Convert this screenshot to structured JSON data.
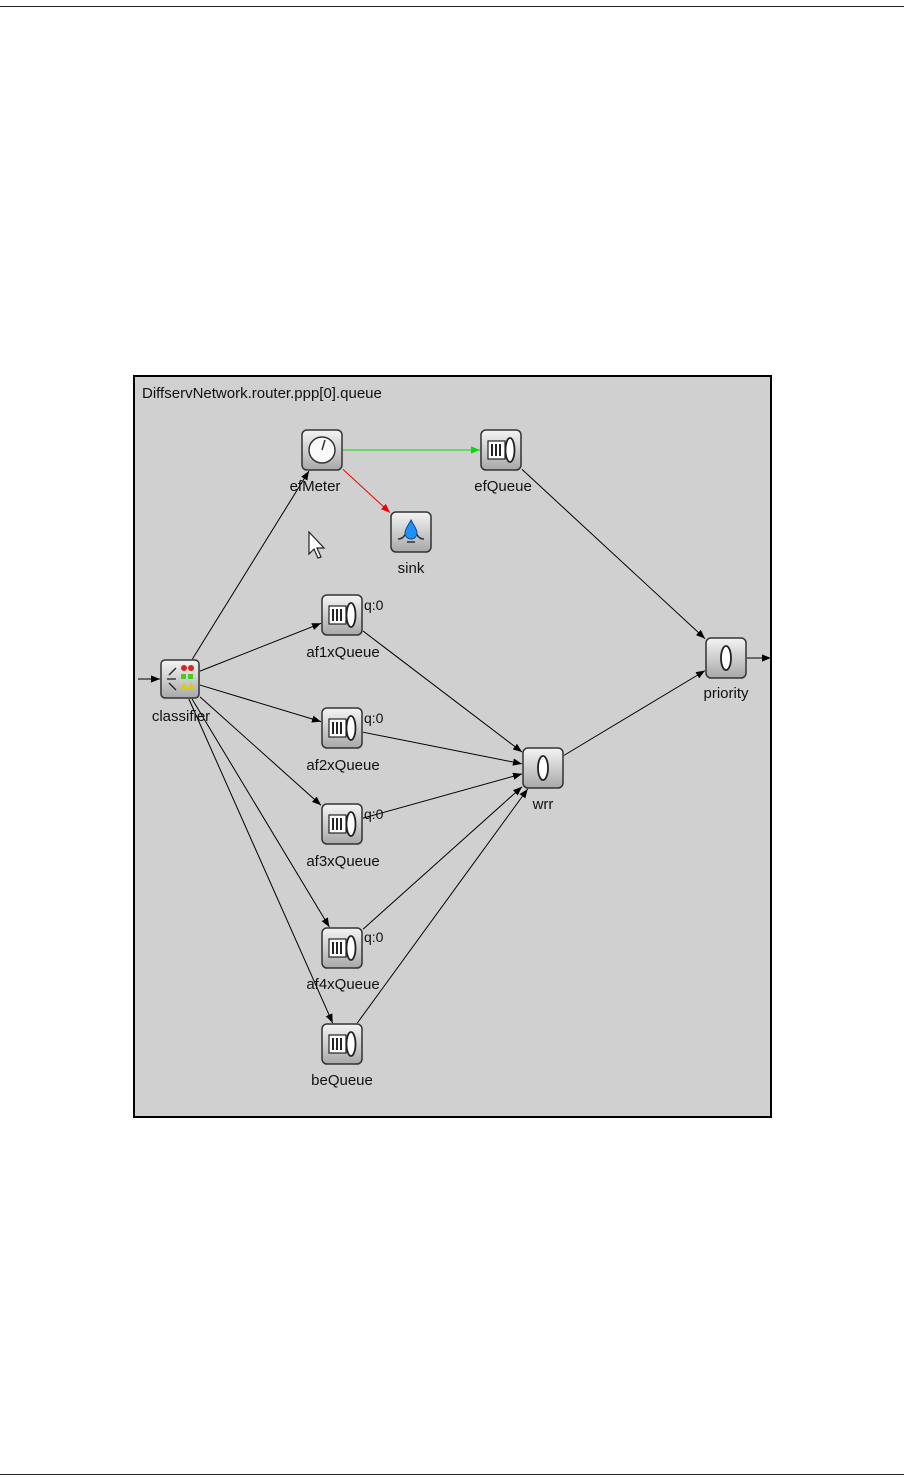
{
  "window": {
    "title": "DiffservNetwork.router.ppp[0].queue"
  },
  "nodes": {
    "efMeter": {
      "label": "efMeter",
      "icon": "meter-icon"
    },
    "efQueue": {
      "label": "efQueue",
      "icon": "queue-icon"
    },
    "sink": {
      "label": "sink",
      "icon": "sink-icon"
    },
    "af1xQueue": {
      "label": "af1xQueue",
      "queue": "q:0",
      "icon": "queue-icon"
    },
    "af2xQueue": {
      "label": "af2xQueue",
      "queue": "q:0",
      "icon": "queue-icon"
    },
    "af3xQueue": {
      "label": "af3xQueue",
      "queue": "q:0",
      "icon": "queue-icon"
    },
    "af4xQueue": {
      "label": "af4xQueue",
      "queue": "q:0",
      "icon": "queue-icon"
    },
    "beQueue": {
      "label": "beQueue",
      "icon": "queue-icon"
    },
    "classifier": {
      "label": "classifier",
      "icon": "classifier-icon"
    },
    "wrr": {
      "label": "wrr",
      "icon": "scheduler-icon"
    },
    "priority": {
      "label": "priority",
      "icon": "scheduler-icon"
    }
  },
  "edges": [
    {
      "from": "input",
      "to": "classifier",
      "color": "#000000"
    },
    {
      "from": "classifier",
      "to": "efMeter",
      "color": "#000000"
    },
    {
      "from": "classifier",
      "to": "af1xQueue",
      "color": "#000000"
    },
    {
      "from": "classifier",
      "to": "af2xQueue",
      "color": "#000000"
    },
    {
      "from": "classifier",
      "to": "af3xQueue",
      "color": "#000000"
    },
    {
      "from": "classifier",
      "to": "af4xQueue",
      "color": "#000000"
    },
    {
      "from": "classifier",
      "to": "beQueue",
      "color": "#000000"
    },
    {
      "from": "efMeter",
      "to": "efQueue",
      "color": "#00dd00"
    },
    {
      "from": "efMeter",
      "to": "sink",
      "color": "#ee0000"
    },
    {
      "from": "efQueue",
      "to": "priority",
      "color": "#000000"
    },
    {
      "from": "af1xQueue",
      "to": "wrr",
      "color": "#000000"
    },
    {
      "from": "af2xQueue",
      "to": "wrr",
      "color": "#000000"
    },
    {
      "from": "af3xQueue",
      "to": "wrr",
      "color": "#000000"
    },
    {
      "from": "af4xQueue",
      "to": "wrr",
      "color": "#000000"
    },
    {
      "from": "beQueue",
      "to": "wrr",
      "color": "#000000"
    },
    {
      "from": "wrr",
      "to": "priority",
      "color": "#000000"
    },
    {
      "from": "priority",
      "to": "output",
      "color": "#000000"
    }
  ]
}
